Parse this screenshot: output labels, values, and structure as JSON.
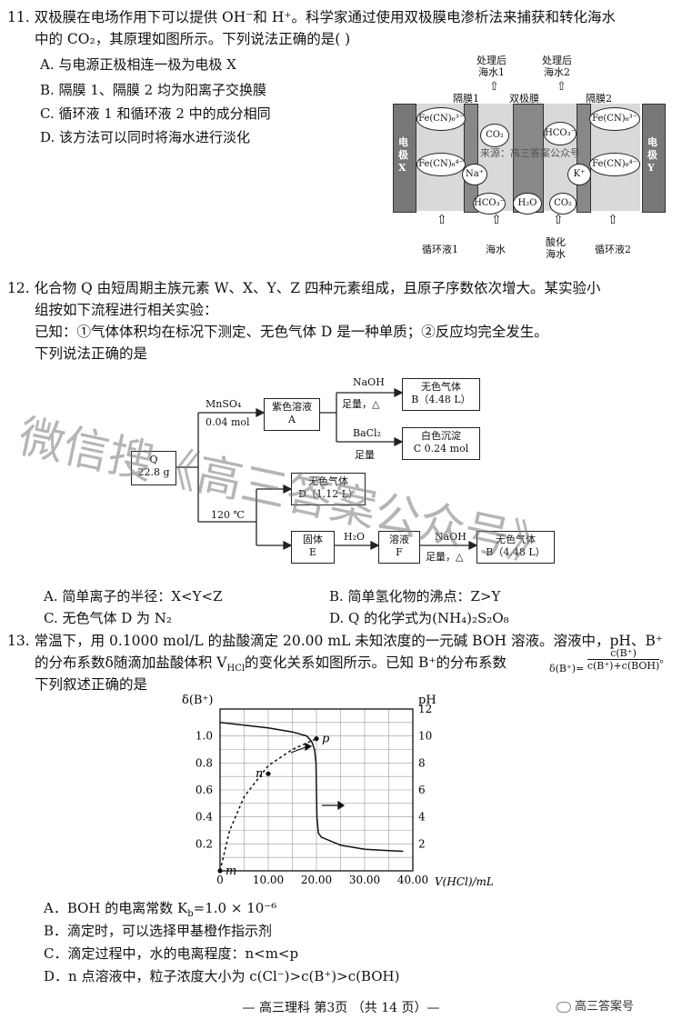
{
  "q11": {
    "stem_line1": "11. 双极膜在电场作用下可以提供 OH⁻和 H⁺。科学家通过使用双极膜电渗析法来捕获和转化海水",
    "stem_line2": "中的 CO₂，其原理如图所示。下列说法正确的是(    )",
    "options": {
      "A": "A. 与电源正极相连一极为电极 X",
      "B": "B. 隔膜 1、隔膜 2 均为阳离子交换膜",
      "C": "C. 循环液 1 和循环液 2 中的成分相同",
      "D": "D. 该方法可以同时将海水进行淡化"
    },
    "figure": {
      "top_out1": "处理后\n海水1",
      "top_out2": "处理后\n海水2",
      "membrane1": "隔膜1",
      "bipolar": "双极膜",
      "membrane2": "隔膜2",
      "electrode_x": "电\n极\nX",
      "electrode_y": "电\n极\nY",
      "fe_top_left": "Fe(CN)₆³⁻",
      "fe_bottom_left": "Fe(CN)₆⁴⁻",
      "fe_top_right": "Fe(CN)₆³⁻",
      "fe_bottom_right": "Fe(CN)₆⁴⁻",
      "co2_top": "CO₂",
      "hco3_top": "HCO₃⁻",
      "na": "Na⁺",
      "k": "K⁺",
      "hco3_bottom": "HCO₃⁻",
      "h2o": "H₂O",
      "co2_bottom": "CO₂",
      "in1": "循环液1",
      "in2": "海水",
      "in3": "酸化\n海水",
      "in4": "循环液2",
      "source_wm": "来源：高三答案公众号"
    }
  },
  "q12": {
    "stem_line1": "12. 化合物 Q 由短周期主族元素 W、X、Y、Z 四种元素组成，且原子序数依次增大。某实验小",
    "stem_line2": "组按如下流程进行相关实验：",
    "stem_line3": "已知：①气体体积均在标况下测定、无色气体 D 是一种单质；②反应均完全发生。",
    "stem_line4": "下列说法正确的是",
    "flow": {
      "q_box": "Q\n22.8 g",
      "mnso4": "MnSO₄",
      "mnso4_amt": "0.04 mol",
      "sol_a": "紫色溶液\nA",
      "naoh1": "NaOH",
      "naoh1_cond": "足量，△",
      "gas_b1": "无色气体\nB（4.48 L）",
      "bacl2": "BaCl₂",
      "bacl2_cond": "足量",
      "ppt_c": "白色沉淀\nC  0.24 mol",
      "gas_d": "无色气体\nD（1.12 L）",
      "temp": "120 ℃",
      "solid_e": "固体\nE",
      "h2o": "H₂O",
      "sol_f": "溶液\nF",
      "naoh2": "NaOH",
      "naoh2_cond": "足量，△",
      "gas_b2": "无色气体\nB（4.48 L）"
    },
    "options": {
      "A": "A. 简单离子的半径：X<Y<Z",
      "B": "B. 简单氢化物的沸点：Z>Y",
      "C": "C. 无色气体 D 为 N₂",
      "D": "D. Q 的化学式为(NH₄)₂S₂O₈"
    }
  },
  "watermark": "微信搜《高三答案公众号》",
  "q13": {
    "stem_line1": "13. 常温下，用 0.1000 mol/L 的盐酸滴定 20.00 mL 未知浓度的一元碱 BOH 溶液。溶液中，pH、B⁺",
    "stem_line2": "的分布系数δ随滴加盐酸体积 V",
    "stem_sub": "HCl",
    "stem_line2b": "的变化关系如图所示。已知 B⁺的分布系数",
    "formula_lhs": "δ(B⁺)=",
    "formula_num": "c(B⁺)",
    "formula_den": "c(B⁺)+c(BOH)",
    "formula_end": "。",
    "stem_line3": "下列叙述正确的是",
    "options": {
      "A": "A．BOH 的电离常数 K",
      "A_sub": "b",
      "A_rest": "=1.0 × 10⁻⁶",
      "B": "B．滴定时，可以选择甲基橙作指示剂",
      "C": "C．滴定过程中，水的电离程度：n<m<p",
      "D": "D．n 点溶液中，粒子浓度大小为 c(Cl⁻)>c(B⁺)>c(BOH)"
    }
  },
  "chart_data": {
    "type": "line",
    "title": "",
    "xlabel": "V(HCl)/mL",
    "ylabel_left": "δ(B⁺)",
    "ylabel_right": "pH",
    "xlim": [
      0,
      40
    ],
    "ylim_left": [
      0,
      1.2
    ],
    "ylim_right": [
      0,
      12
    ],
    "x_ticks": [
      "0",
      "10.00",
      "20.00",
      "30.00",
      "40.00"
    ],
    "y_left_ticks": [
      "0.2",
      "0.4",
      "0.6",
      "0.8",
      "1.0"
    ],
    "y_right_ticks": [
      "2",
      "4",
      "6",
      "8",
      "10",
      "12"
    ],
    "grid": true,
    "series": [
      {
        "axis": "right",
        "style": "solid",
        "x": [
          0,
          5,
          10,
          15,
          18,
          19,
          19.6,
          19.9,
          20,
          20.1,
          20.4,
          21,
          25,
          30,
          35,
          38
        ],
        "y": [
          11.0,
          10.8,
          10.6,
          10.3,
          10.0,
          9.6,
          9.0,
          8.0,
          6.0,
          4.0,
          2.8,
          2.5,
          1.9,
          1.6,
          1.5,
          1.45
        ]
      },
      {
        "axis": "left",
        "style": "dashed",
        "x": [
          0,
          2,
          5,
          10,
          15,
          20
        ],
        "y": [
          0.0,
          0.3,
          0.55,
          0.78,
          0.9,
          0.98
        ]
      }
    ],
    "points": [
      {
        "label": "m",
        "x": 0,
        "y_left": 0.0
      },
      {
        "label": "n",
        "x": 10,
        "y_left": 0.72
      },
      {
        "label": "p",
        "x": 20,
        "y_left": 0.98
      }
    ]
  },
  "footer": "— 高三理科  第3页 （共 14 页）—",
  "footer_badge": "高三答案号"
}
